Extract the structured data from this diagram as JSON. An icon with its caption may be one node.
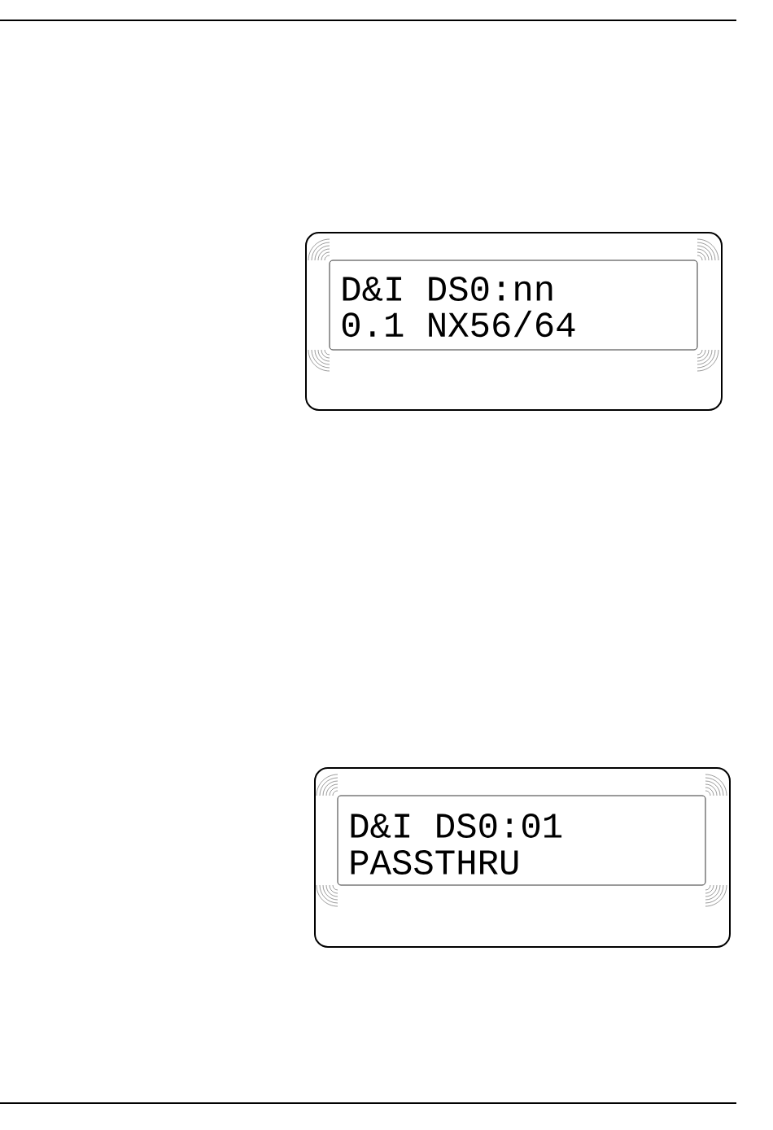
{
  "diagram": {
    "nodes": [
      {
        "text": [
          "D&I DS0:nn",
          "0.1 NX56/64"
        ]
      },
      {
        "text": [
          "D&I DS0:01",
          "PASSTHRU"
        ]
      }
    ]
  }
}
